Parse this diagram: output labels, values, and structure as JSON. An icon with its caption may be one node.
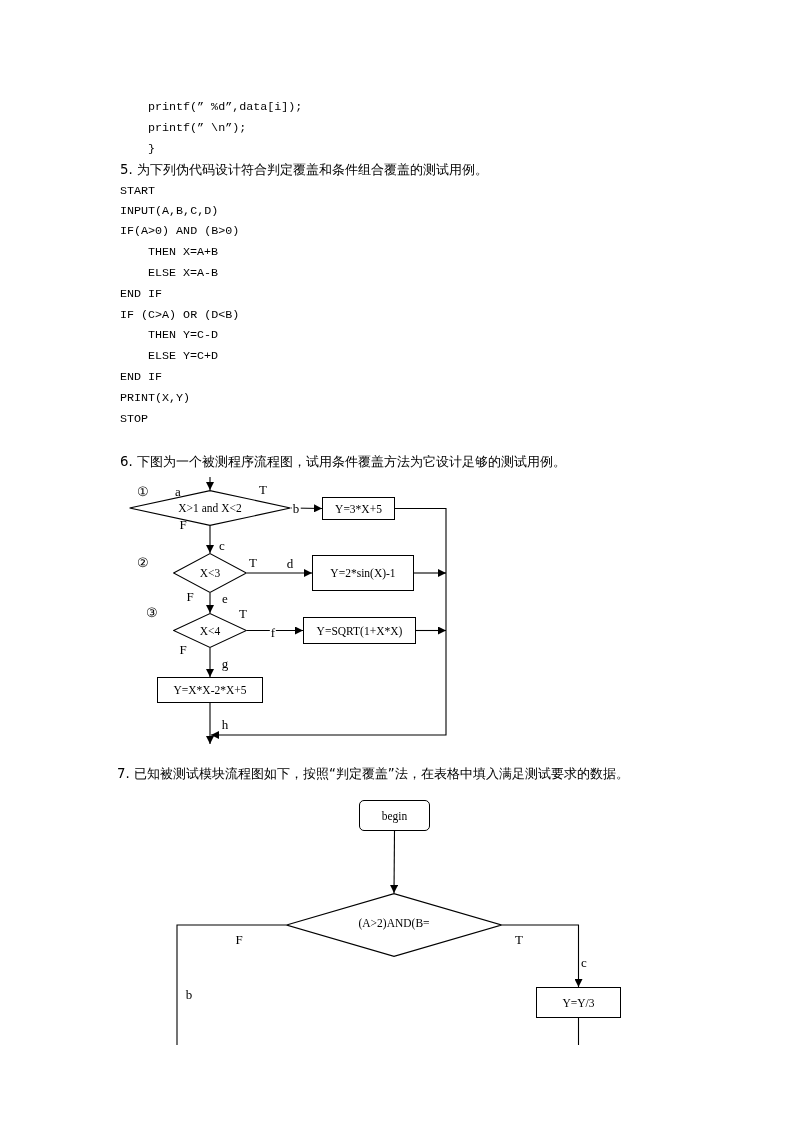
{
  "diagram": {
    "nodes": [
      {
        "text": [
          "X>1 and X<2"
        ]
      },
      {
        "text": [
          "Y=3*X+5"
        ]
      },
      {
        "text": [
          "X<3"
        ]
      },
      {
        "text": [
          "Y=2*sin(X)-1"
        ]
      },
      {
        "text": [
          "X<4"
        ]
      },
      {
        "text": [
          "Y=SQRT(1+X*X)"
        ]
      },
      {
        "text": [
          "Y=X*X-2*X+5"
        ]
      },
      {
        "text": [
          "begin"
        ]
      },
      {
        "text": [
          "(A>2)AND(B="
        ]
      },
      {
        "text": [
          "Y=Y/3"
        ]
      }
    ],
    "edges": [
      {
        "from": null,
        "to": 0,
        "arrow": "to"
      },
      {
        "from": 0,
        "to": 1,
        "arrow": "to",
        "label": "b"
      },
      {
        "from": 0,
        "to": 2,
        "arrow": "to",
        "label": "c"
      },
      {
        "from": 2,
        "to": 3,
        "arrow": "to",
        "label": "d"
      },
      {
        "from": 2,
        "to": 4,
        "arrow": "to",
        "label": "e"
      },
      {
        "from": 4,
        "to": 5,
        "arrow": "to",
        "label": "f"
      },
      {
        "from": 4,
        "to": 6,
        "arrow": "to",
        "label": "g"
      },
      {
        "from": 1,
        "to": null,
        "arrow": "to",
        "label": "h"
      },
      {
        "from": 3,
        "to": null,
        "arrow": "to"
      },
      {
        "from": 5,
        "to": null,
        "arrow": "to"
      },
      {
        "from": 6,
        "to": null,
        "arrow": "to"
      },
      {
        "from": 7,
        "to": 8,
        "arrow": "to"
      },
      {
        "from": 8,
        "to": 9,
        "arrow": "to",
        "label": "c"
      },
      {
        "from": 8,
        "to": null,
        "arrow": "none",
        "label": "b"
      },
      {
        "from": 9,
        "to": null,
        "arrow": "none"
      }
    ],
    "labels": [
      "printf(” %d”,data[i]);",
      "printf(” \\n”);",
      "}",
      "5. 为下列伪代码设计符合判定覆盖和条件组合覆盖的测试用例。",
      "START",
      "INPUT(A,B,C,D)",
      "IF(A>0) AND (B>0)",
      "THEN X=A+B",
      "ELSE X=A-B",
      "END IF",
      "IF (C>A) OR (D<B)",
      "THEN Y=C-D",
      "ELSE Y=C+D",
      "END IF",
      "PRINT(X,Y)",
      "STOP",
      "6. 下图为一个被测程序流程图，试用条件覆盖方法为它设计足够的测试用例。",
      "①",
      "a",
      "T",
      "F",
      "②",
      "T",
      "F",
      "③",
      "T",
      "F",
      "7. 已知被测试模块流程图如下，按照“判定覆盖”法，在表格中填入满足测试要求的数据。",
      "F",
      "T"
    ]
  }
}
